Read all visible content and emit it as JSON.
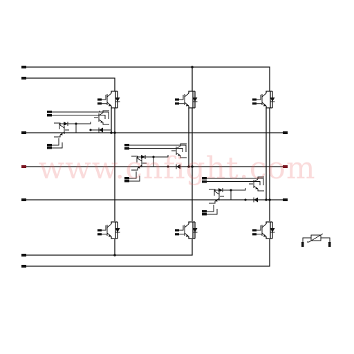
{
  "watermark": {
    "text": "www.cnfight.com"
  },
  "colors": {
    "wire": "#111111",
    "terminal": "#111111",
    "terminal_highlight": "#7a1520",
    "watermark": "#e85a5a",
    "background": "#ffffff"
  },
  "diagram": {
    "type": "power-module-schematic",
    "phase_legs": 3,
    "main_switches": 6,
    "neutral_point_clamp_cells": 3,
    "temperature_sensor": true
  }
}
